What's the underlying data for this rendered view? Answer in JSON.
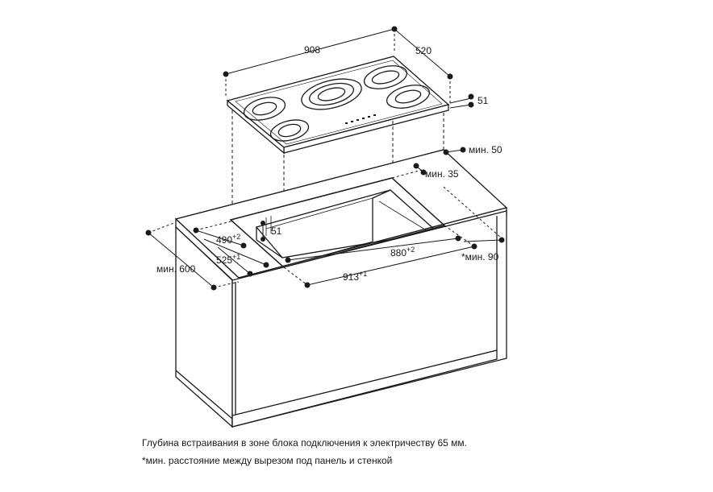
{
  "hob": {
    "width_label": "908",
    "depth_label": "520",
    "height_label": "51"
  },
  "worktop": {
    "min_50": "мин. 50",
    "min_35": "мин. 35",
    "cutout_depth": "490",
    "cutout_depth_tol": "+2",
    "recess_depth": "51",
    "cutout_width": "880",
    "cutout_width_tol": "+2",
    "min_90": "*мин. 90",
    "outer_depth": "525",
    "outer_depth_tol": "+1",
    "min_600": "мин. 600",
    "outer_width": "913",
    "outer_width_tol": "+1"
  },
  "notes": [
    "Глубина встраивания в зоне блока подключения к электричеству 65 мм.",
    "*мин. расстояние между вырезом под панель и стенкой"
  ],
  "colors": {
    "line": "#1a1a1a",
    "hob_surface": "#ffffff"
  }
}
